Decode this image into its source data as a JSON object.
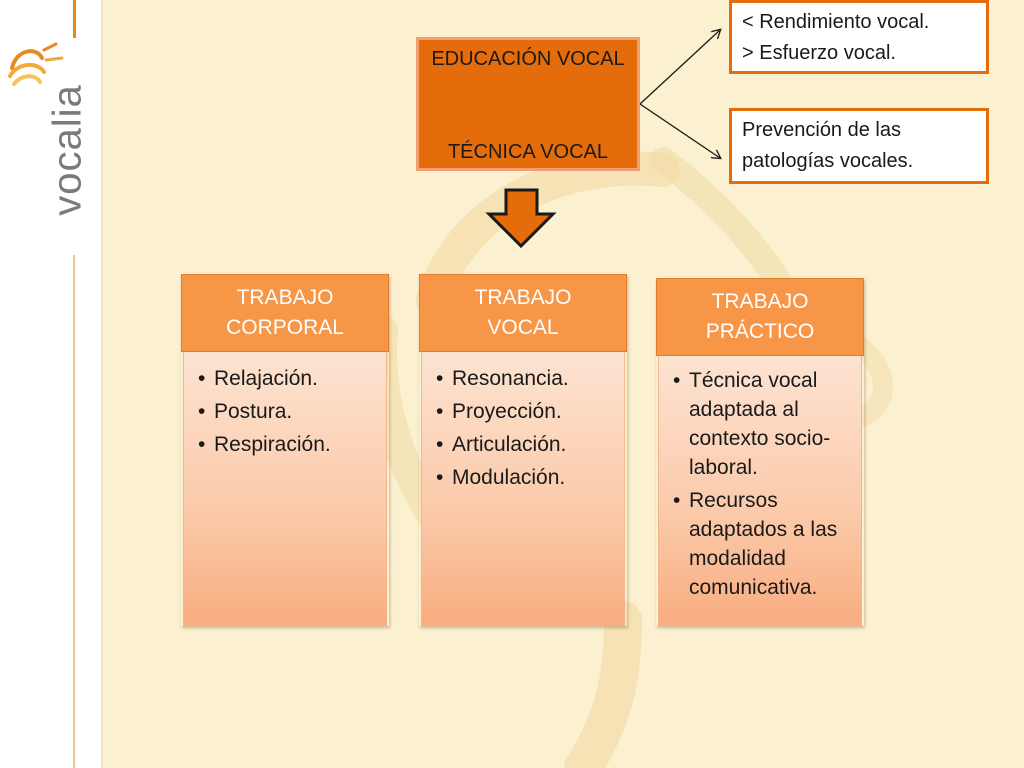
{
  "logo": {
    "text": "vocalia"
  },
  "main_box": {
    "line1": "EDUCACIÓN VOCAL",
    "line2": "TÉCNICA VOCAL"
  },
  "callouts": [
    {
      "lines": [
        "< Rendimiento vocal.",
        "> Esfuerzo vocal."
      ]
    },
    {
      "lines": [
        "Prevención de las",
        "patologías vocales."
      ]
    }
  ],
  "columns": [
    {
      "heading": [
        "TRABAJO",
        "CORPORAL"
      ],
      "items": [
        "Relajación.",
        "Postura.",
        "Respiración."
      ]
    },
    {
      "heading": [
        "TRABAJO",
        "VOCAL"
      ],
      "items": [
        "Resonancia.",
        "Proyección.",
        "Articulación.",
        "Modulación."
      ]
    },
    {
      "heading": [
        "TRABAJO",
        "PRÁCTICO"
      ],
      "items": [
        "Técnica vocal adaptada al contexto socio-laboral.",
        "Recursos adaptados a las modalidad comunicativa."
      ]
    }
  ],
  "colors": {
    "accent": "#e46c0a",
    "column_header": "#f79646",
    "background": "#fbf0d0"
  },
  "icons": {
    "down_arrow": "down-arrow-icon",
    "logo_mark": "vocalia-swirl-icon"
  }
}
